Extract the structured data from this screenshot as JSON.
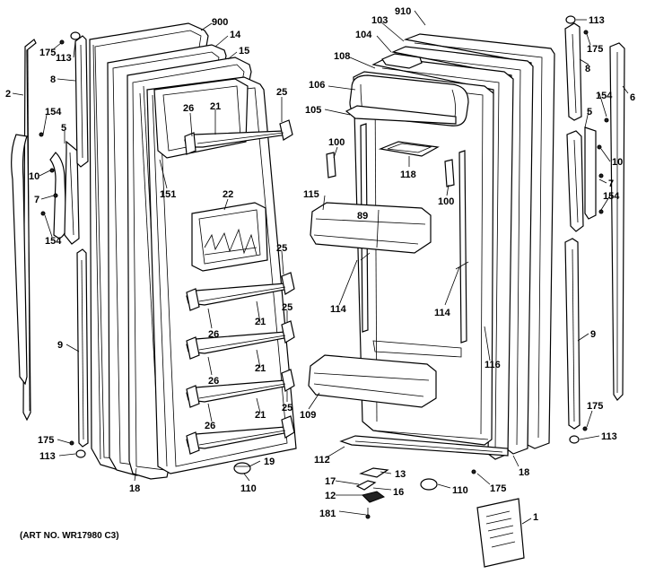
{
  "art_number": "(ART NO. WR17980 C3)",
  "callouts": {
    "c900": "900",
    "c14": "14",
    "c15": "15",
    "c25a": "25",
    "c26a": "26",
    "c21a": "21",
    "c22": "22",
    "c151": "151",
    "c25b": "25",
    "c21b": "21",
    "c26b": "26",
    "c25c": "25",
    "c21c": "21",
    "c26c": "26",
    "c25d": "25",
    "c21d": "21",
    "c26d": "26",
    "c19": "19",
    "c110a": "110",
    "c18a": "18",
    "c2": "2",
    "c175a": "175",
    "c113a": "113",
    "c8a": "8",
    "c154a": "154",
    "c5a": "5",
    "c10a": "10",
    "c7a": "7",
    "c154b": "154",
    "c9a": "9",
    "c175b": "175",
    "c113b": "113",
    "c910": "910",
    "c103": "103",
    "c104": "104",
    "c108": "108",
    "c106": "106",
    "c105": "105",
    "c100a": "100",
    "c118": "118",
    "c100b": "100",
    "c115": "115",
    "c89": "89",
    "c114a": "114",
    "c114b": "114",
    "c116": "116",
    "c109": "109",
    "c112": "112",
    "c13": "13",
    "c17": "17",
    "c16": "16",
    "c12": "12",
    "c181": "181",
    "c110b": "110",
    "c175c": "175",
    "c18b": "18",
    "c1": "1",
    "c113c": "113",
    "c175d": "175",
    "c8b": "8",
    "c154c": "154",
    "c6": "6",
    "c5b": "5",
    "c10b": "10",
    "c7b": "7",
    "c154d": "154",
    "c9b": "9",
    "c175e": "175",
    "c113d": "113"
  }
}
